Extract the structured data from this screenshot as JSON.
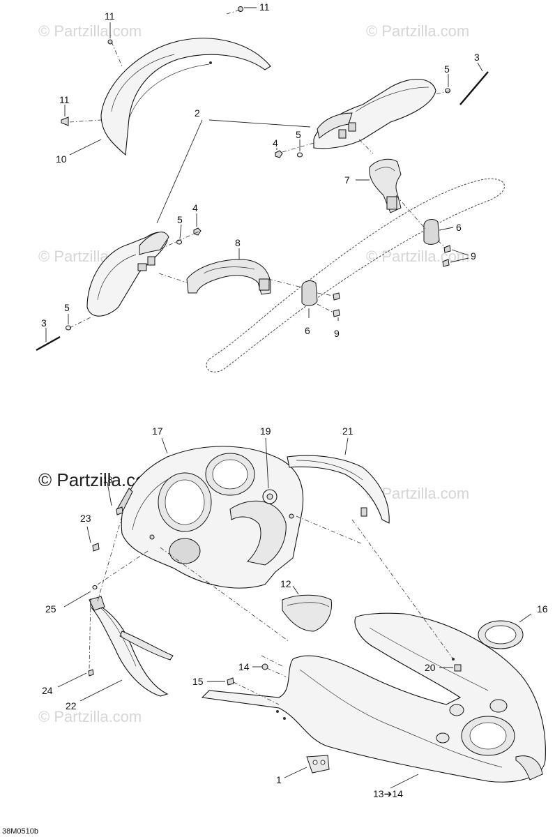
{
  "watermark": "© Partzilla.com",
  "diagram_code": "38M0510b",
  "callouts": {
    "c1": "1",
    "c2": "2",
    "c3a": "3",
    "c3b": "3",
    "c4a": "4",
    "c4b": "4",
    "c5a": "5",
    "c5b": "5",
    "c5c": "5",
    "c5d": "5",
    "c6a": "6",
    "c6b": "6",
    "c7": "7",
    "c8": "8",
    "c9a": "9",
    "c9b": "9",
    "c10": "10",
    "c11a": "11",
    "c11b": "11",
    "c12": "12",
    "c13": "13➔14",
    "c14": "14",
    "c15": "15",
    "c16": "16",
    "c17": "17",
    "c18": "18",
    "c19": "19",
    "c20": "20",
    "c21": "21",
    "c22": "22",
    "c23": "23",
    "c24": "24",
    "c25": "25"
  }
}
